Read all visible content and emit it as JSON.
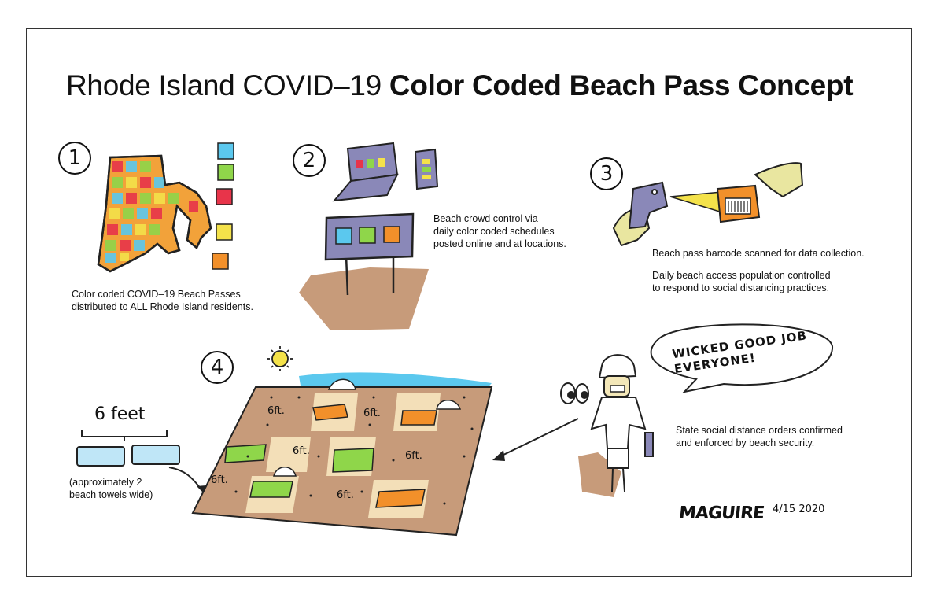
{
  "title": {
    "light": "Rhode Island COVID–19 ",
    "bold": "Color Coded Beach Pass Concept"
  },
  "steps": [
    {
      "number": "1",
      "caption": "Color coded COVID–19 Beach Passes\ndistributed to ALL Rhode Island residents."
    },
    {
      "number": "2",
      "caption": "Beach crowd control via\ndaily color coded schedules\nposted online and at locations."
    },
    {
      "number": "3",
      "caption": "Beach pass barcode scanned for data collection.",
      "caption2": "Daily beach access population controlled\nto respond to social distancing practices."
    },
    {
      "number": "4",
      "caption": "State social distance orders confirmed\nand enforced by beach security."
    }
  ],
  "towels": {
    "label": "6 feet",
    "caption": "(approximately 2\nbeach towels wide)"
  },
  "distance_label": "6ft.",
  "speech_bubble": "WICKED GOOD JOB EVERYONE!",
  "signature": {
    "name": "MAGUIRE",
    "date": "4/15 2020"
  },
  "colors": {
    "cyan": "#5bc8ee",
    "green": "#8fd64a",
    "red": "#e8344a",
    "yellow": "#f4e24a",
    "orange": "#f2902a",
    "sand": "#c79b7a",
    "lavender": "#8a88b8"
  }
}
